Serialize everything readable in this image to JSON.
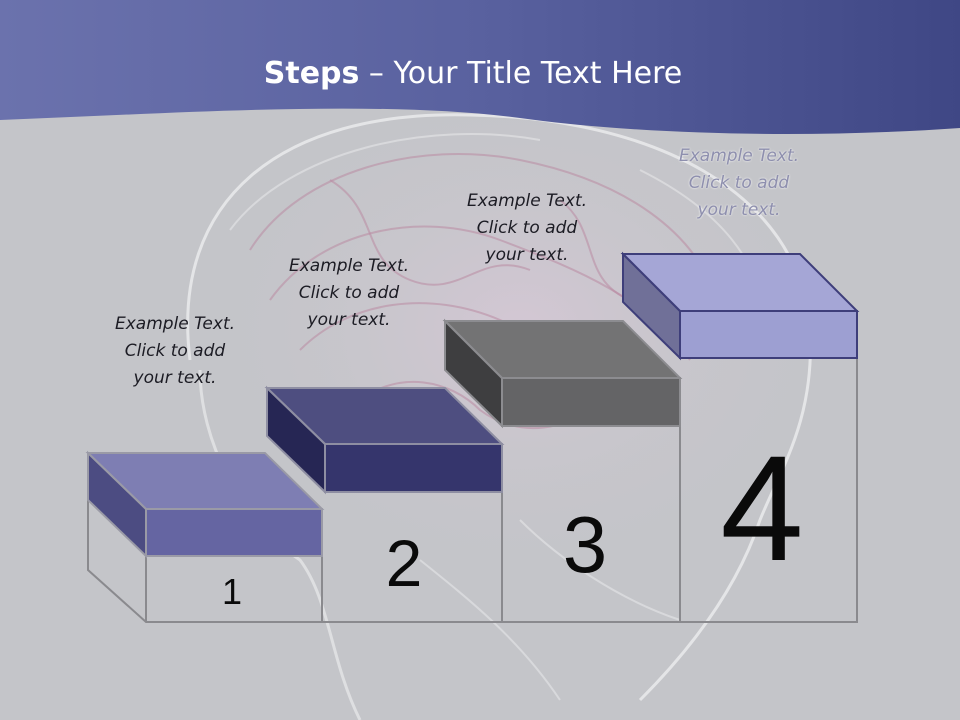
{
  "title": {
    "bold": "Steps",
    "rest": " – Your Title Text Here"
  },
  "steps": [
    {
      "number": "1",
      "caption": [
        "Example Text.",
        "Click  to add",
        "your text."
      ]
    },
    {
      "number": "2",
      "caption": [
        "Example Text.",
        "Click  to add",
        "your text."
      ]
    },
    {
      "number": "3",
      "caption": [
        "Example Text.",
        "Click  to add",
        "your text."
      ]
    },
    {
      "number": "4",
      "caption": [
        "Example Text.",
        "Click  to add",
        "your text."
      ]
    }
  ],
  "colors": {
    "header": "#5a629e",
    "background": "#c4c5c9",
    "step1": "#6c6ca6",
    "step2": "#3a3a72",
    "step3": "#6e6e70",
    "step4": "#a8aad6"
  }
}
